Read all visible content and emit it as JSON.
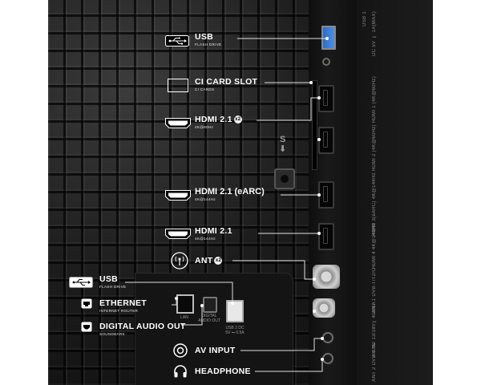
{
  "callouts": {
    "usb_top": {
      "title": "USB",
      "sub": "FLASH DRIVE"
    },
    "ci_card": {
      "title": "CI CARD SLOT",
      "sub": "CI CARDS"
    },
    "hdmi_x2": {
      "title": "HDMI 2.1",
      "badge": "x2",
      "sub": "4K@60Hz"
    },
    "hdmi_earc": {
      "title": "HDMI 2.1 (eARC)",
      "sub": "4K@144Hz"
    },
    "hdmi_single": {
      "title": "HDMI 2.1",
      "sub": "4K@144Hz"
    },
    "ant": {
      "title": "ANT",
      "badge": "x2"
    },
    "usb_bottom": {
      "title": "USB",
      "sub": "FLASH DRIVE"
    },
    "ethernet": {
      "title": "ETHERNET",
      "sub": "INTERNET ROUTER"
    },
    "digital_audio": {
      "title": "DIGITAL AUDIO OUT",
      "sub": "SOUNDBARS"
    },
    "av_input": {
      "title": "AV INPUT"
    },
    "headphone": {
      "title": "HEADPHONE"
    }
  },
  "panel_labels": {
    "usb1": "USB 1",
    "usb1_power": "DC 5V ⎓ 1A(MAX)",
    "hdmi_stack": "HDMI 2 (4K@60Hz)  HDMI 1 (4K@60Hz)",
    "hdmi3": "HDMI 3(eARC) 4K@144Hz",
    "hdmi4": "HDMI 4 4K@144Hz",
    "ant1": "ANT 1 DVB-T/T2/C",
    "ant2": "ANT 2 DVB-S/S2 13/18V⎓400mA",
    "av_in": "AV IN",
    "lan": "LAN",
    "digital_audio_out": "DIGITAL AUDIO OUT",
    "usb2": "USB 2 DC 5V ⎓ 0.5A",
    "screw_mark": "S"
  },
  "colors": {
    "label_text": "#ffffff",
    "leader_line": "#e0e0e0",
    "usb_port": "#3b7dd8",
    "background": "#1a1a1a"
  },
  "icons": [
    "usb-icon",
    "ci-card-icon",
    "hdmi-icon",
    "antenna-icon",
    "ethernet-icon",
    "optical-icon",
    "av-input-icon",
    "headphone-icon"
  ]
}
